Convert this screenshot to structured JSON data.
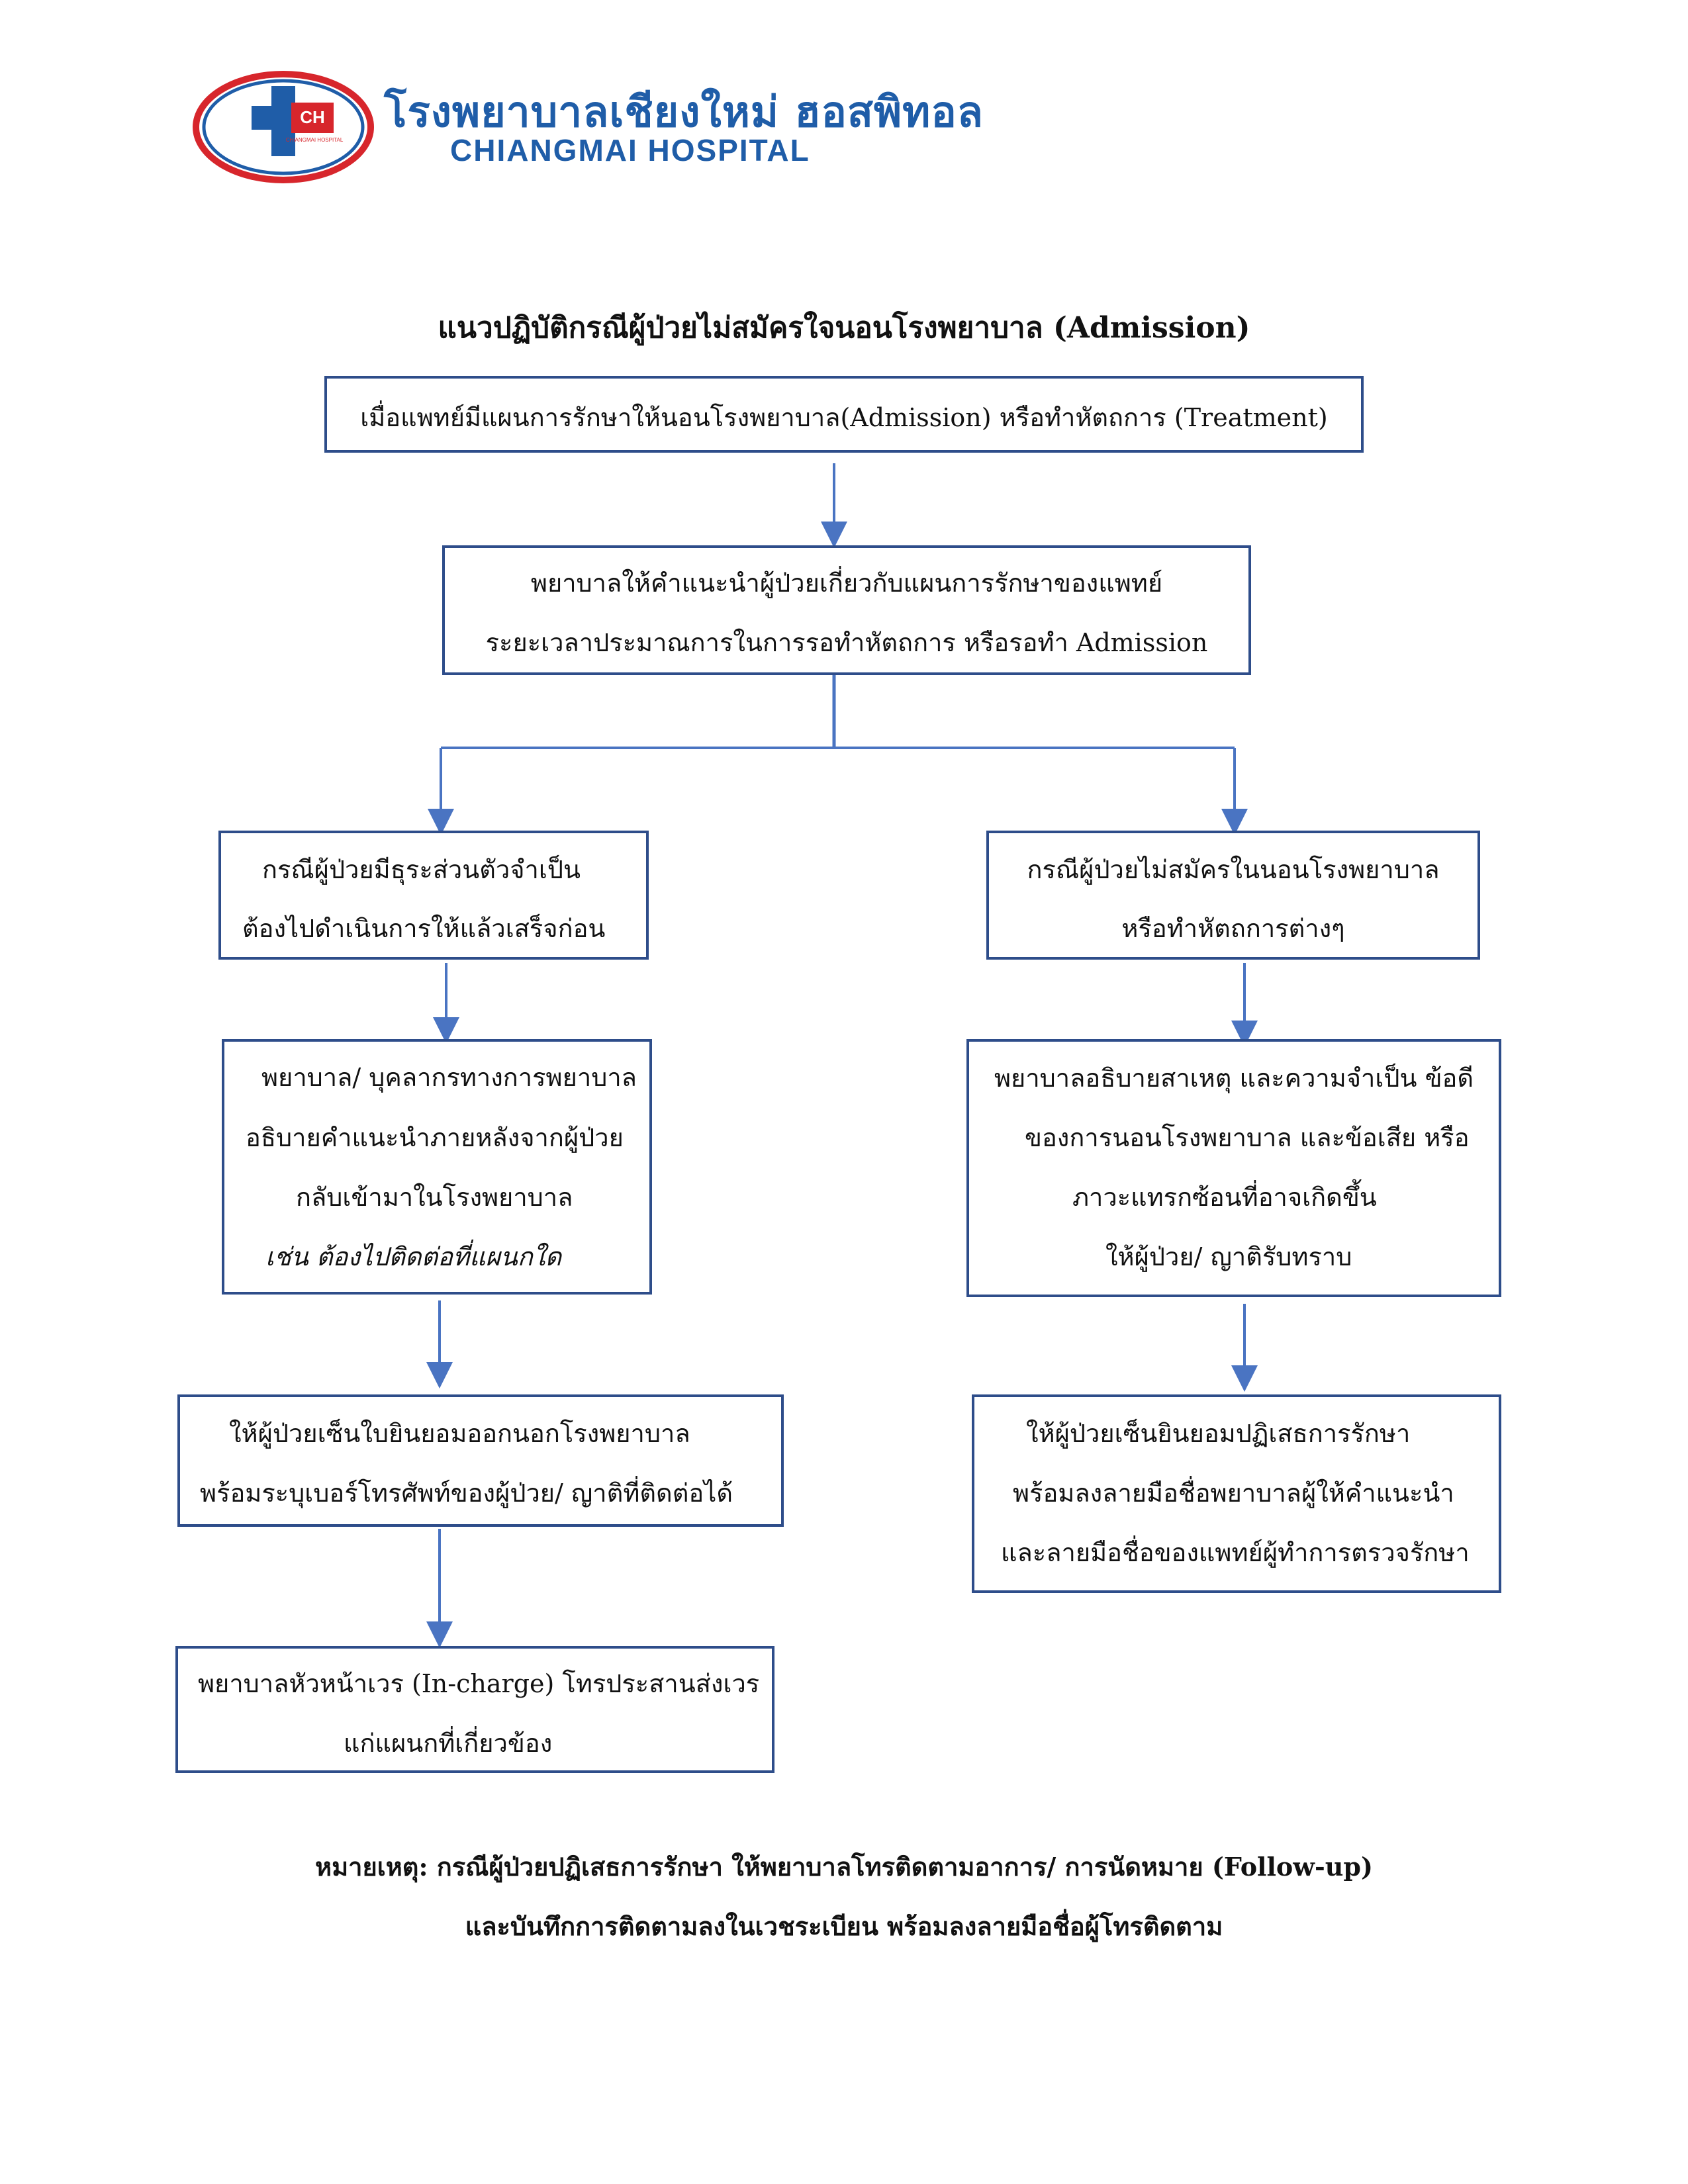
{
  "header": {
    "logo_mark": "CH",
    "logo_small_text": "CHIANGMAI HOSPITAL",
    "name_th": "โรงพยาบาลเชียงใหม่ ฮอสพิทอล",
    "name_en": "CHIANGMAI HOSPITAL"
  },
  "title": "แนวปฏิบัติกรณีผู้ป่วยไม่สมัครใจนอนโรงพยาบาล (Admission)",
  "flow": {
    "start": {
      "line1": "เมื่อแพทย์มีแผนการรักษาให้นอนโรงพยาบาล(Admission) หรือทำหัตถการ (Treatment)"
    },
    "advice": {
      "line1": "พยาบาลให้คำแนะนำผู้ป่วยเกี่ยวกับแผนการรักษาของแพทย์",
      "line2": "ระยะเวลาประมาณการในการรอทำหัตถการ หรือรอทำ Admission"
    },
    "left": {
      "case": {
        "line1": "กรณีผู้ป่วยมีธุระส่วนตัวจำเป็น",
        "line2": "ต้องไปดำเนินการให้แล้วเสร็จก่อน"
      },
      "explain": {
        "line1": "พยาบาล/ บุคลากรทางการพยาบาล",
        "line2": "อธิบายคำแนะนำภายหลังจากผู้ป่วย",
        "line3": "กลับเข้ามาในโรงพยาบาล",
        "line4": "เช่น ต้องไปติดต่อที่แผนกใด"
      },
      "sign": {
        "line1": "ให้ผู้ป่วยเซ็นใบยินยอมออกนอกโรงพยาบาล",
        "line2": "พร้อมระบุเบอร์โทรศัพท์ของผู้ป่วย/ ญาติที่ติดต่อได้"
      },
      "incharge": {
        "line1": "พยาบาลหัวหน้าเวร (In-charge) โทรประสานส่งเวร",
        "line2": "แก่แผนกที่เกี่ยวข้อง"
      }
    },
    "right": {
      "case": {
        "line1": "กรณีผู้ป่วยไม่สมัครในนอนโรงพยาบาล",
        "line2": "หรือทำหัตถการต่างๆ"
      },
      "explain": {
        "line1": "พยาบาลอธิบายสาเหตุ และความจำเป็น ข้อดี",
        "line2": "ของการนอนโรงพยาบาล และข้อเสีย หรือ",
        "line3": "ภาวะแทรกซ้อนที่อาจเกิดขึ้น",
        "line4": "ให้ผู้ป่วย/ ญาติรับทราบ"
      },
      "sign": {
        "line1": "ให้ผู้ป่วยเซ็นยินยอมปฏิเสธการรักษา",
        "line2": "พร้อมลงลายมือชื่อพยาบาลผู้ให้คำแนะนำ",
        "line3": "และลายมือชื่อของแพทย์ผู้ทำการตรวจรักษา"
      }
    }
  },
  "note": {
    "line1": "หมายเหตุ: กรณีผู้ป่วยปฏิเสธการรักษา ให้พยาบาลโทรติดตามอาการ/ การนัดหมาย (Follow-up)",
    "line2": "และบันทึกการติดตามลงในเวชระเบียน พร้อมลงลายมือชื่อผู้โทรติดตาม"
  },
  "colors": {
    "box_border": "#2e4d8a",
    "connector": "#4a74c2",
    "logo_blue": "#1f5da8",
    "logo_red": "#d7262c"
  }
}
